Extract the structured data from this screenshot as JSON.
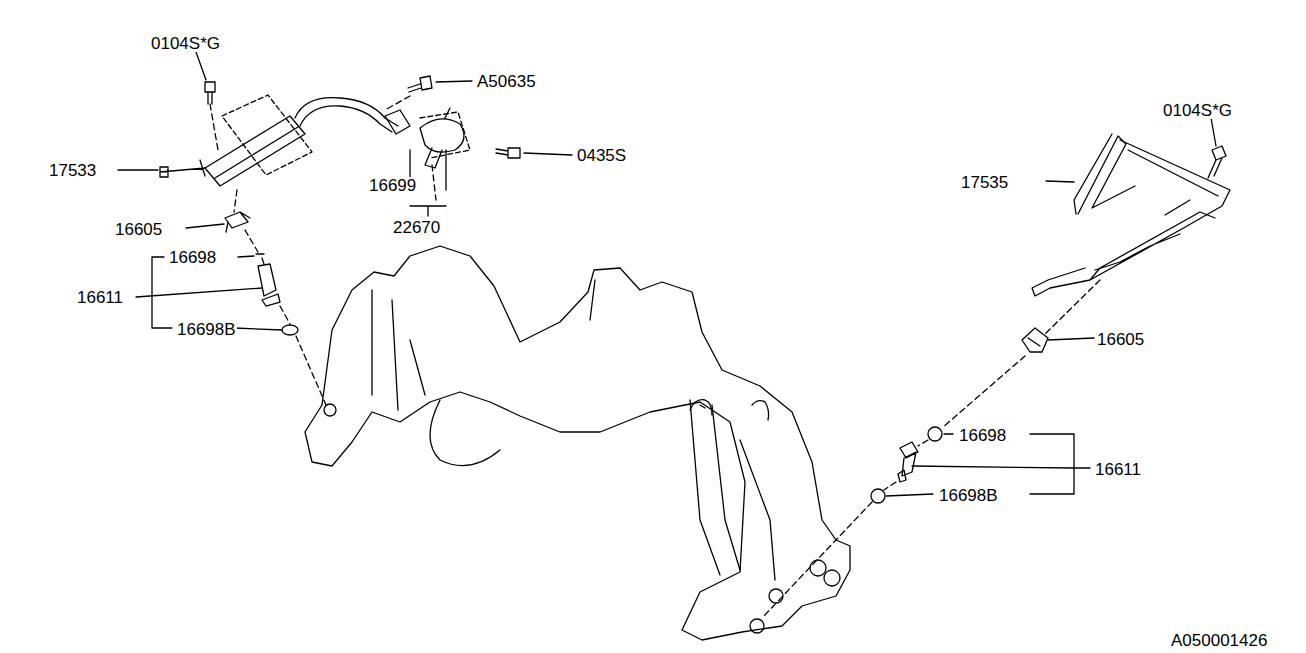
{
  "diagram": {
    "labels": [
      "0104S*G",
      "A50635",
      "17533",
      "0435S",
      "16699",
      "22670",
      "16605",
      "16698",
      "16611",
      "16698B",
      "17535",
      "0104S*G",
      "16605",
      "16698",
      "16611",
      "16698B",
      "A050001426"
    ]
  }
}
